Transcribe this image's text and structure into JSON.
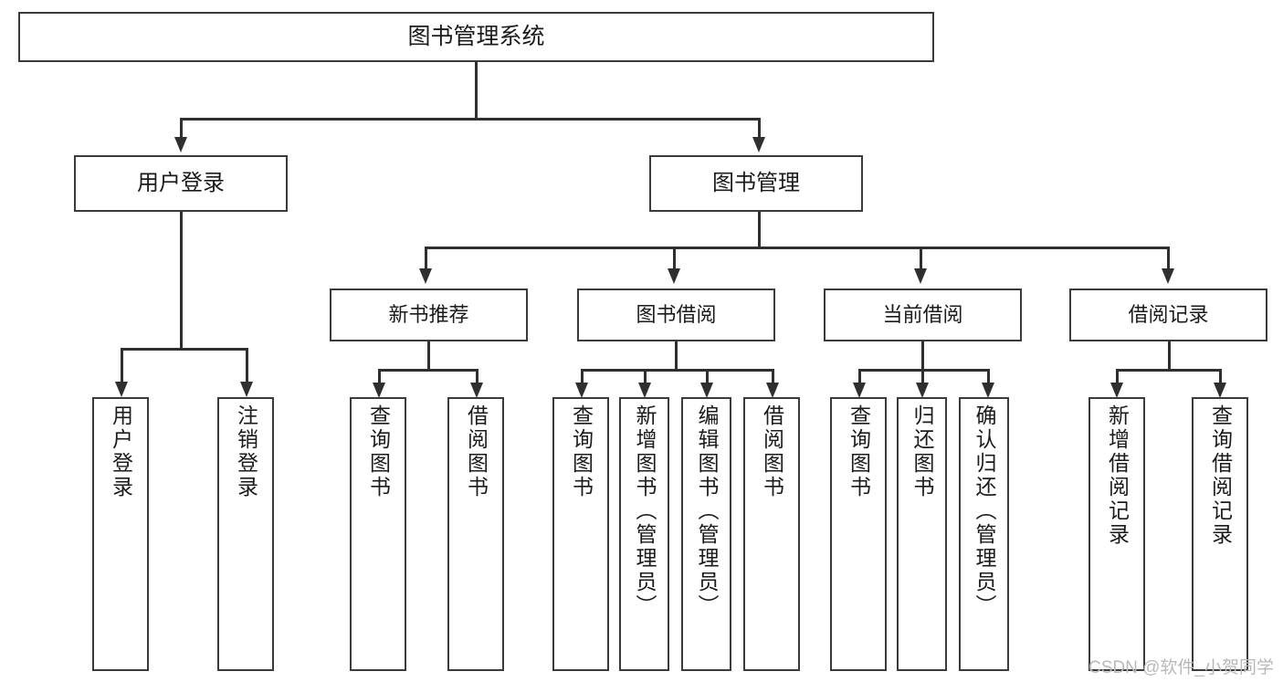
{
  "diagram": {
    "title": "图书管理系统",
    "type": "functional-structure-tree",
    "root": {
      "label": "图书管理系统"
    },
    "level2": [
      {
        "label": "用户登录"
      },
      {
        "label": "图书管理"
      }
    ],
    "level3": [
      {
        "label": "新书推荐"
      },
      {
        "label": "图书借阅"
      },
      {
        "label": "当前借阅"
      },
      {
        "label": "借阅记录"
      }
    ],
    "leaves": {
      "user_login": [
        {
          "label": "用户登录"
        },
        {
          "label": "注销登录"
        }
      ],
      "new_book_recommend": [
        {
          "label": "查询图书"
        },
        {
          "label": "借阅图书"
        }
      ],
      "book_borrow": [
        {
          "label": "查询图书"
        },
        {
          "label": "新增图书（管理员）"
        },
        {
          "label": "编辑图书（管理员）"
        },
        {
          "label": "借阅图书"
        }
      ],
      "current_borrow": [
        {
          "label": "查询图书"
        },
        {
          "label": "归还图书"
        },
        {
          "label": "确认归还（管理员）"
        }
      ],
      "borrow_record": [
        {
          "label": "新增借阅记录"
        },
        {
          "label": "查询借阅记录"
        }
      ]
    }
  },
  "watermark": {
    "text": "CSDN @软件_小贺同学"
  },
  "colors": {
    "stroke": "#3b3b3b",
    "connector": "#2f2f2f",
    "text": "#1b1b1b",
    "background": "#ffffff",
    "watermark": "#b9b9b9"
  }
}
